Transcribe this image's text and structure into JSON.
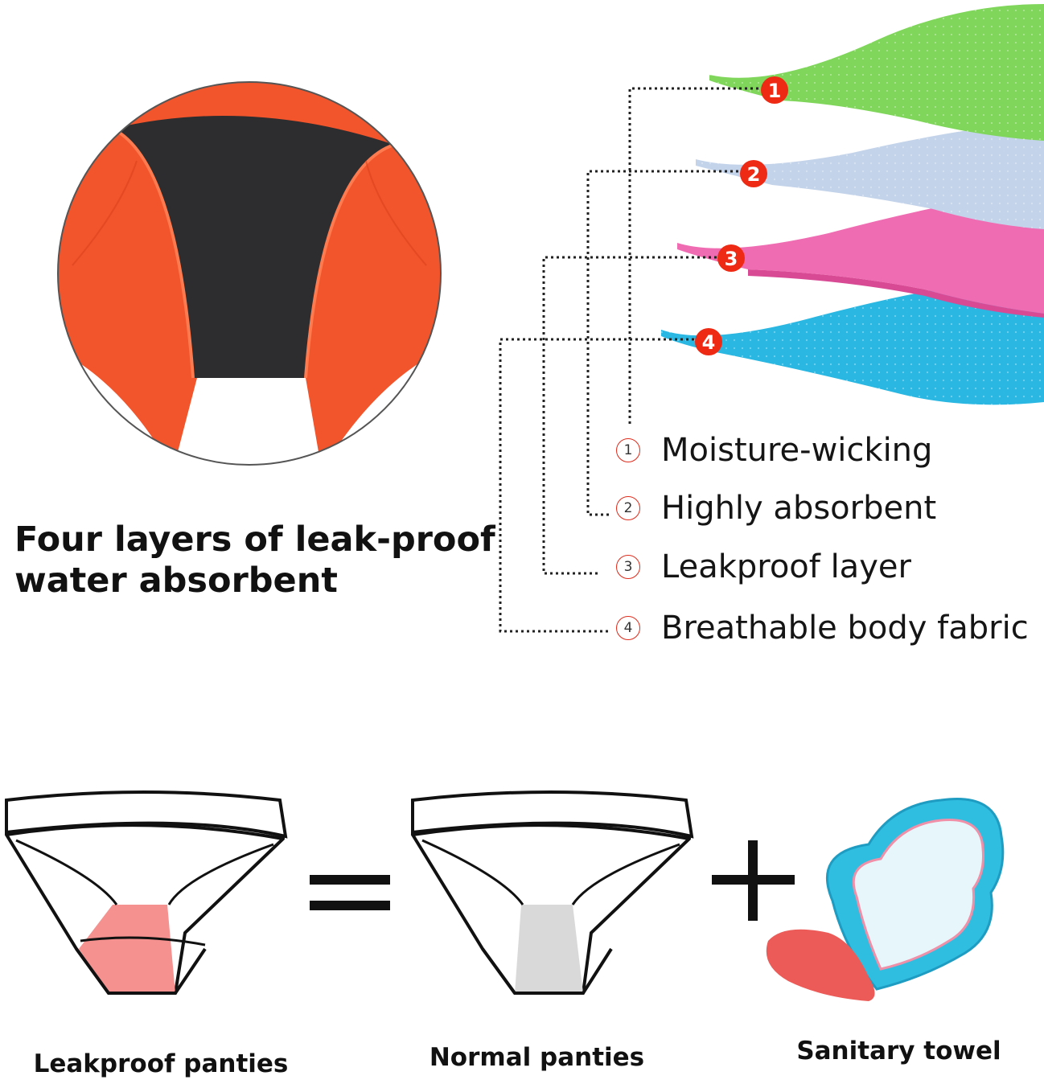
{
  "headline": {
    "line1": "Four layers of leak-proof",
    "line2": "water absorbent"
  },
  "layers": [
    {
      "num": "1",
      "label": "Moisture-wicking",
      "color": "#7fd65a"
    },
    {
      "num": "2",
      "label": "Highly absorbent",
      "color": "#c3d3ea"
    },
    {
      "num": "3",
      "label": "Leakproof layer",
      "color": "#f06cb2"
    },
    {
      "num": "4",
      "label": "Breathable body fabric",
      "color": "#2ab7e2"
    }
  ],
  "equation": {
    "item1": "Leakproof panties",
    "operator1": "=",
    "item2": "Normal panties",
    "operator2": "+",
    "item3": "Sanitary towel"
  },
  "colors": {
    "badge": "#ee2a14",
    "panty_orange": "#f2542b",
    "panty_black": "#2d2d2f",
    "leakproof_gusset": "#f5918f",
    "normal_gusset": "#d9d9d9",
    "pad_blue": "#2fbde0",
    "pad_red": "#ec5b57"
  }
}
